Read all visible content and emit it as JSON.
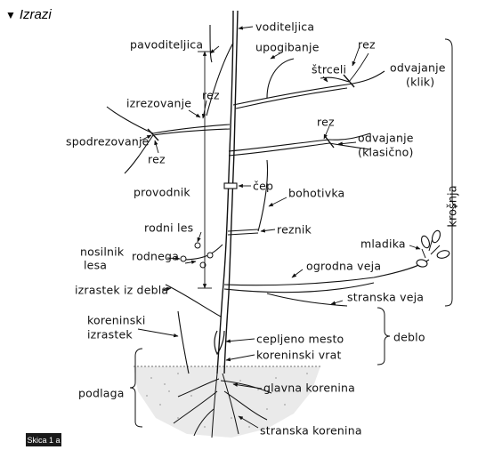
{
  "header": {
    "marker": "▼",
    "title": "Izrazi"
  },
  "badge": "Skica 1 a",
  "labels": {
    "voditeljica": "voditeljica",
    "pavoditeljica": "pavoditeljica",
    "upogibanje": "upogibanje",
    "rez_top": "rez",
    "strceli": "štrceli",
    "odvajanje_klik_1": "odvajanje",
    "odvajanje_klik_2": "(klik)",
    "izrezovanje": "izrezovanje",
    "rez_izrez": "rez",
    "spodrezovanje": "spodrezovanje",
    "rez_spod": "rez",
    "rez_mid": "rez",
    "odvajanje_klas_1": "odvajanje",
    "odvajanje_klas_2": "(klasično)",
    "krosnja": "krošnja",
    "proveodnik": "provodnik",
    "cep": "čep",
    "bohotivka": "bohotivka",
    "rodni_les": "rodni les",
    "reznik": "reznik",
    "mladika": "mladika",
    "nosilnik_lesa_1": "nosilnik",
    "nosilnik_lesa_2": "lesa",
    "rodnega": "rodnega",
    "ogrodna_veja": "ogrodna veja",
    "izrastek_iz_debla": "izrastek iz debla",
    "stranska_veja": "stranska veja",
    "koreninski_1": "koreninski",
    "koreninski_2": "izrastek",
    "cepljeno_mesto": "cepljeno mesto",
    "deblo": "deblo",
    "koreninski_vrat": "koreninski vrat",
    "podlaga": "podlaga",
    "glavna_korenina": "glavna korenina",
    "stranska_korenina": "stranska korenina"
  }
}
